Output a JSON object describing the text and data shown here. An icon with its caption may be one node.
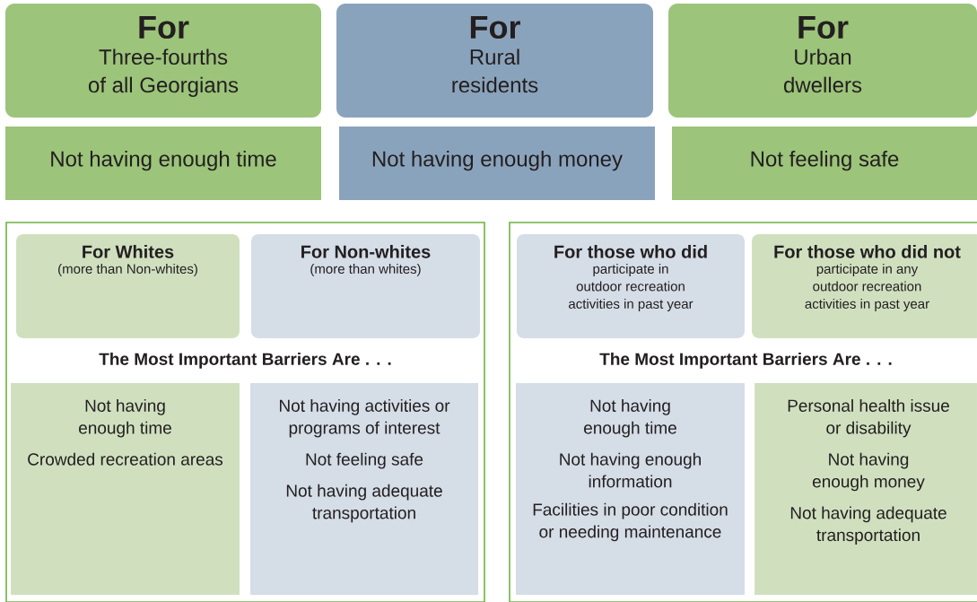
{
  "diagram": {
    "nodes": [
      {
        "text": [
          "For",
          "Three-fourths of all Georgians"
        ]
      },
      {
        "text": [
          "For",
          "Rural residents"
        ]
      },
      {
        "text": [
          "For",
          "Urban dwellers"
        ]
      },
      {
        "text": [
          "Not having enough time"
        ]
      },
      {
        "text": [
          "Not having enough money"
        ]
      },
      {
        "text": [
          "Not feeling safe"
        ]
      },
      {
        "text": [
          "The Most Important Barriers Are . . ."
        ]
      },
      {
        "text": [
          "For Whites",
          "(more than Non-whites)"
        ],
        "in": 6
      },
      {
        "text": [
          "For Non-whites",
          "(more than whites)"
        ],
        "in": 6
      },
      {
        "text": [
          "Not having enough time",
          "Crowded recreation areas"
        ],
        "in": 6
      },
      {
        "text": [
          "Not having activities or programs of interest",
          "Not feeling safe",
          "Not having adequate transportation"
        ],
        "in": 6
      },
      {
        "text": [
          "The Most Important Barriers Are . . ."
        ]
      },
      {
        "text": [
          "For those who did",
          "participate in outdoor recreation activities in past year"
        ],
        "in": 11
      },
      {
        "text": [
          "For those who did not",
          "participate in any outdoor recreation activities in past year"
        ],
        "in": 11
      },
      {
        "text": [
          "Not having enough time",
          "Not having enough information",
          "Facilities in poor condition or needing maintenance"
        ],
        "in": 11
      },
      {
        "text": [
          "Personal health issue or disability",
          "Not having enough money",
          "Not having adequate transportation"
        ],
        "in": 11
      }
    ]
  }
}
